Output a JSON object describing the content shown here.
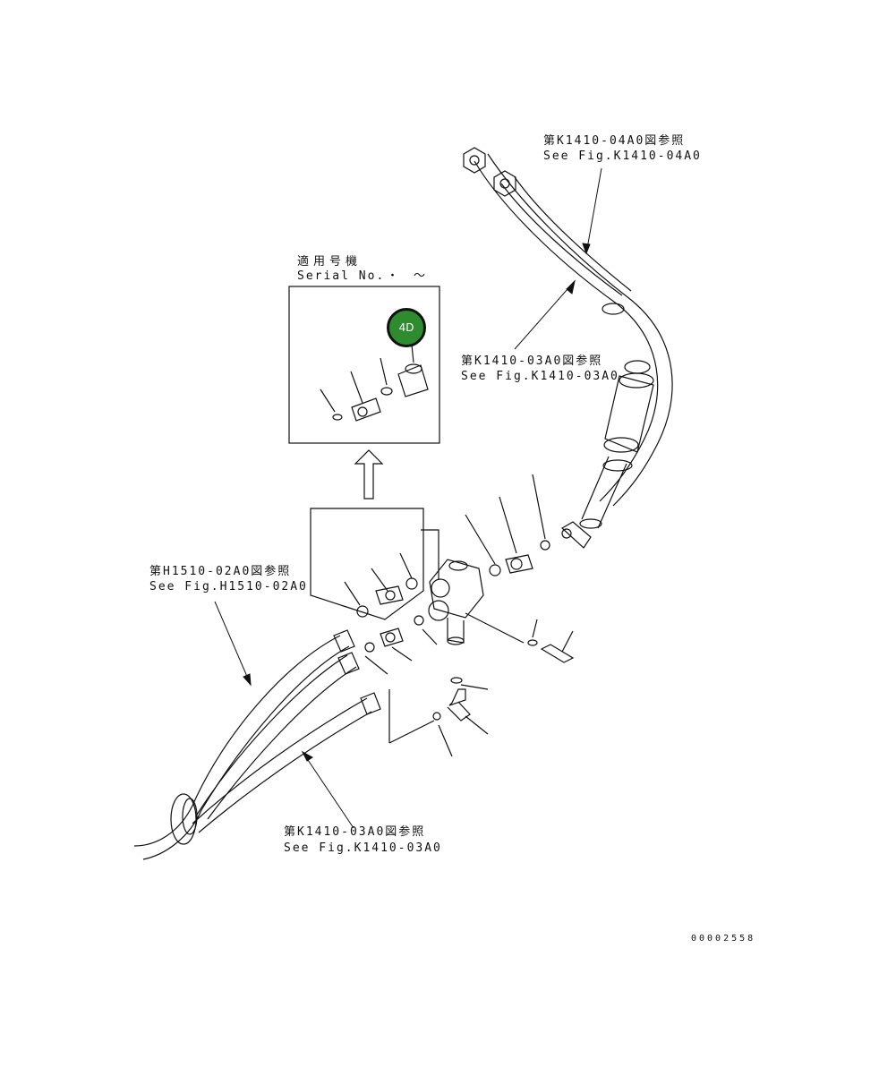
{
  "refs": {
    "top_right": {
      "jp": "第K1410-04A0図参照",
      "en": "See Fig.K1410-04A0"
    },
    "mid_right": {
      "jp": "第K1410-03A0図参照",
      "en": "See Fig.K1410-03A0"
    },
    "left": {
      "jp": "第H1510-02A0図参照",
      "en": "See Fig.H1510-02A0"
    },
    "bottom": {
      "jp": "第K1410-03A0図参照",
      "en": "See Fig.K1410-03A0"
    }
  },
  "serial_box": {
    "jp": "適用号機",
    "en": "Serial No.",
    "range": "・　～"
  },
  "badge": {
    "label": "4D",
    "color": "#2e8b2e"
  },
  "drawing_number": "00002558"
}
